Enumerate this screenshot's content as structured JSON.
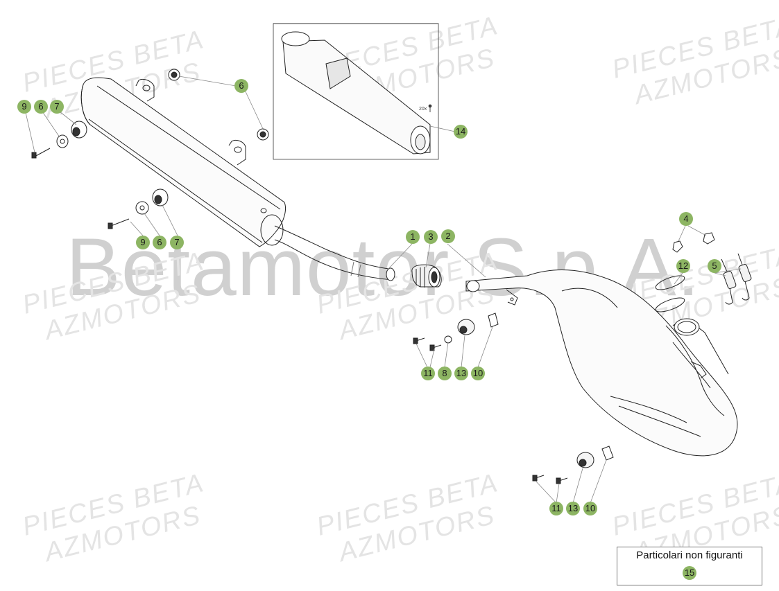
{
  "watermark": {
    "company": "Betamotor S.p.A.",
    "line1": "PIECES BETA",
    "line2": "AZMOTORS"
  },
  "callouts": [
    {
      "label": "6",
      "part": "washer"
    },
    {
      "label": "9",
      "part": "screw"
    },
    {
      "label": "6",
      "part": "washer"
    },
    {
      "label": "7",
      "part": "rubber grommet"
    },
    {
      "label": "14",
      "part": "silencer packing kit"
    },
    {
      "label": "9",
      "part": "screw"
    },
    {
      "label": "6",
      "part": "washer"
    },
    {
      "label": "7",
      "part": "rubber grommet"
    },
    {
      "label": "1",
      "part": "silencer outlet"
    },
    {
      "label": "3",
      "part": "o-ring"
    },
    {
      "label": "2",
      "part": "coupling sleeve"
    },
    {
      "label": "4",
      "part": "spring hook"
    },
    {
      "label": "12",
      "part": "o-ring"
    },
    {
      "label": "5",
      "part": "spring"
    },
    {
      "label": "11",
      "part": "screw"
    },
    {
      "label": "8",
      "part": "washer"
    },
    {
      "label": "13",
      "part": "silent block"
    },
    {
      "label": "10",
      "part": "bracket"
    },
    {
      "label": "11",
      "part": "screw"
    },
    {
      "label": "13",
      "part": "silent block"
    },
    {
      "label": "10",
      "part": "bracket"
    }
  ],
  "kit_quantity": "20x",
  "note": {
    "text": "Particolari non figuranti",
    "badge": "15"
  }
}
